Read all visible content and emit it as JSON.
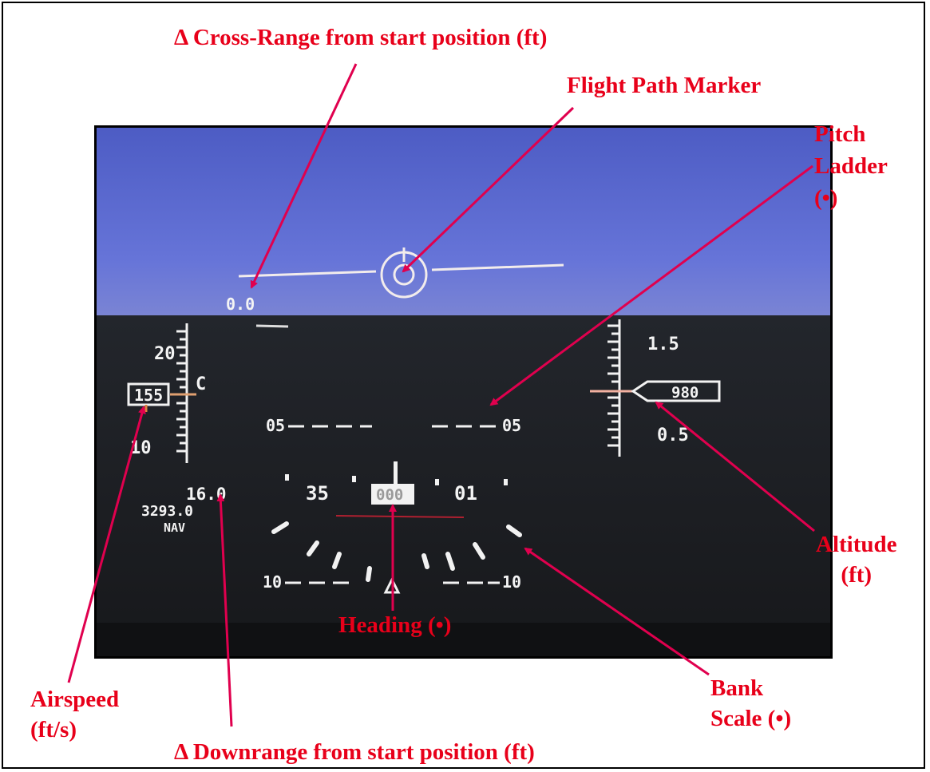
{
  "annotations": {
    "cross_range": "Δ Cross-Range from start position (ft)",
    "flight_path_marker": "Flight Path Marker",
    "pitch_ladder": "Pitch\nLadder\n(•)",
    "altitude": "Altitude\n(ft)",
    "bank_scale": "Bank\nScale (•)",
    "heading": "Heading (•)",
    "airspeed": "Airspeed\n(ft/s)",
    "downrange": "Δ Downrange from start position (ft)"
  },
  "hud": {
    "cross_range_value": "0.0",
    "airspeed_scale_top": "20",
    "airspeed_scale_bottom": "10",
    "airspeed_marker": "C",
    "airspeed_value": "155",
    "altitude_scale_top": "1.5",
    "altitude_scale_bottom": "0.5",
    "altitude_value": "980",
    "pitch_left": "05",
    "pitch_right": "05",
    "heading_left": "35",
    "heading_value": "000",
    "heading_right": "01",
    "bank_left": "10",
    "bank_right": "10",
    "speed_value": "16.0",
    "downrange_value": "3293.0",
    "mode": "NAV"
  },
  "colors": {
    "annotation": "#e8001a",
    "arrow": "#e0004e",
    "hud_symbology": "#f4f4f4",
    "sky": "#5b6bd0",
    "ground": "#1c1e22"
  }
}
